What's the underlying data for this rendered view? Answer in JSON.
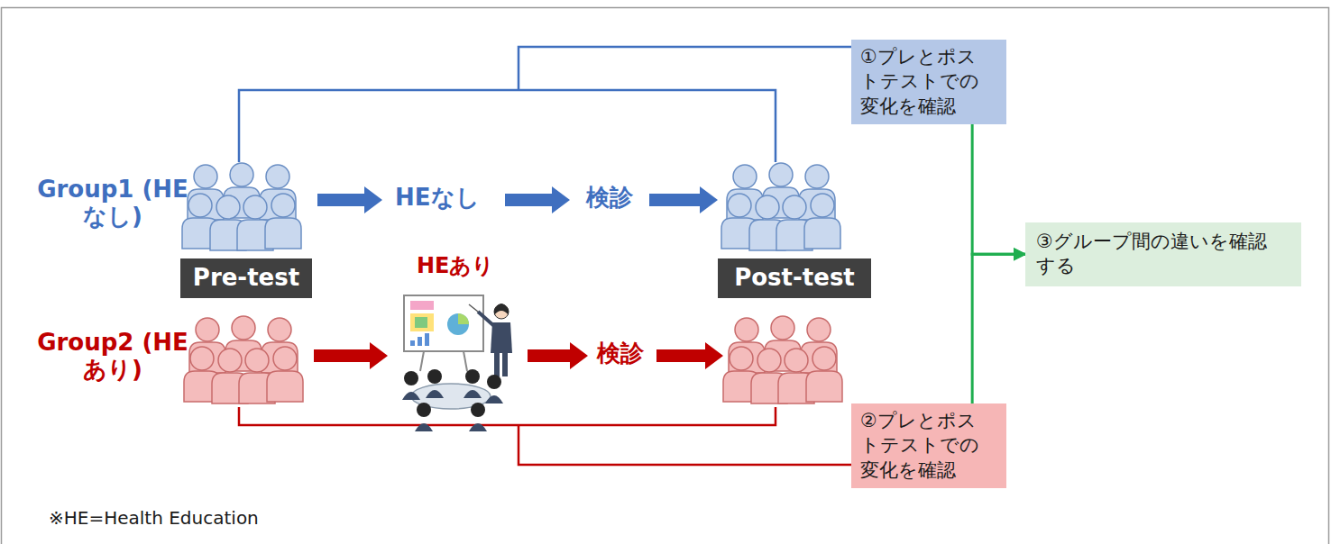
{
  "diagram": {
    "nodes": [
      {
        "text": [
          "①プレとポストテストでの変化を確認"
        ]
      },
      {
        "text": [
          "Pre-test"
        ]
      },
      {
        "text": [
          "Post-test"
        ]
      },
      {
        "text": [
          "③グループ間の違いを確認する"
        ]
      },
      {
        "text": [
          "②プレとポストテストでの変化を確認"
        ]
      }
    ],
    "edges": [
      {
        "from": 0,
        "to": 3,
        "arrow": "to"
      },
      {
        "from": 4,
        "to": 3,
        "arrow": "to"
      }
    ],
    "labels": [
      "Group1 (HEなし)",
      "HEなし",
      "検診",
      "HEあり",
      "Group2 (HEあり)",
      "検診",
      "※HE=Health Education"
    ]
  }
}
